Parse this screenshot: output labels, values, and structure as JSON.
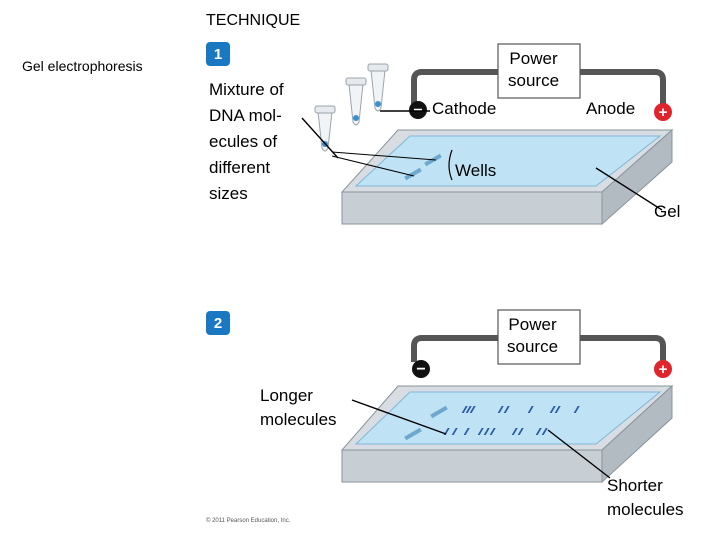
{
  "side_title": "Gel electrophoresis",
  "header": "TECHNIQUE",
  "steps": [
    {
      "number": "1"
    },
    {
      "number": "2"
    }
  ],
  "labels": {
    "mixture_lines": [
      "Mixture of",
      "DNA mol-",
      "ecules of",
      "different",
      "sizes"
    ],
    "power_source_1": [
      "Power",
      "source"
    ],
    "power_source_2": [
      "Power",
      "source"
    ],
    "cathode": "Cathode",
    "anode": "Anode",
    "wells": "Wells",
    "gel": "Gel",
    "longer_molecules": [
      "Longer",
      "molecules"
    ],
    "shorter_molecules": [
      "Shorter",
      "molecules"
    ],
    "minus_sign": "−",
    "plus_sign": "+"
  },
  "copyright": "© 2011 Pearson Education, Inc.",
  "colors": {
    "step_badge": "#1a78c2",
    "gel": "#bfe3f5",
    "tray": "#d7dde2",
    "wire": "#555555",
    "plus_terminal": "#e0242b",
    "minus_terminal": "#111111",
    "dna_band": "#2a5aa8"
  }
}
